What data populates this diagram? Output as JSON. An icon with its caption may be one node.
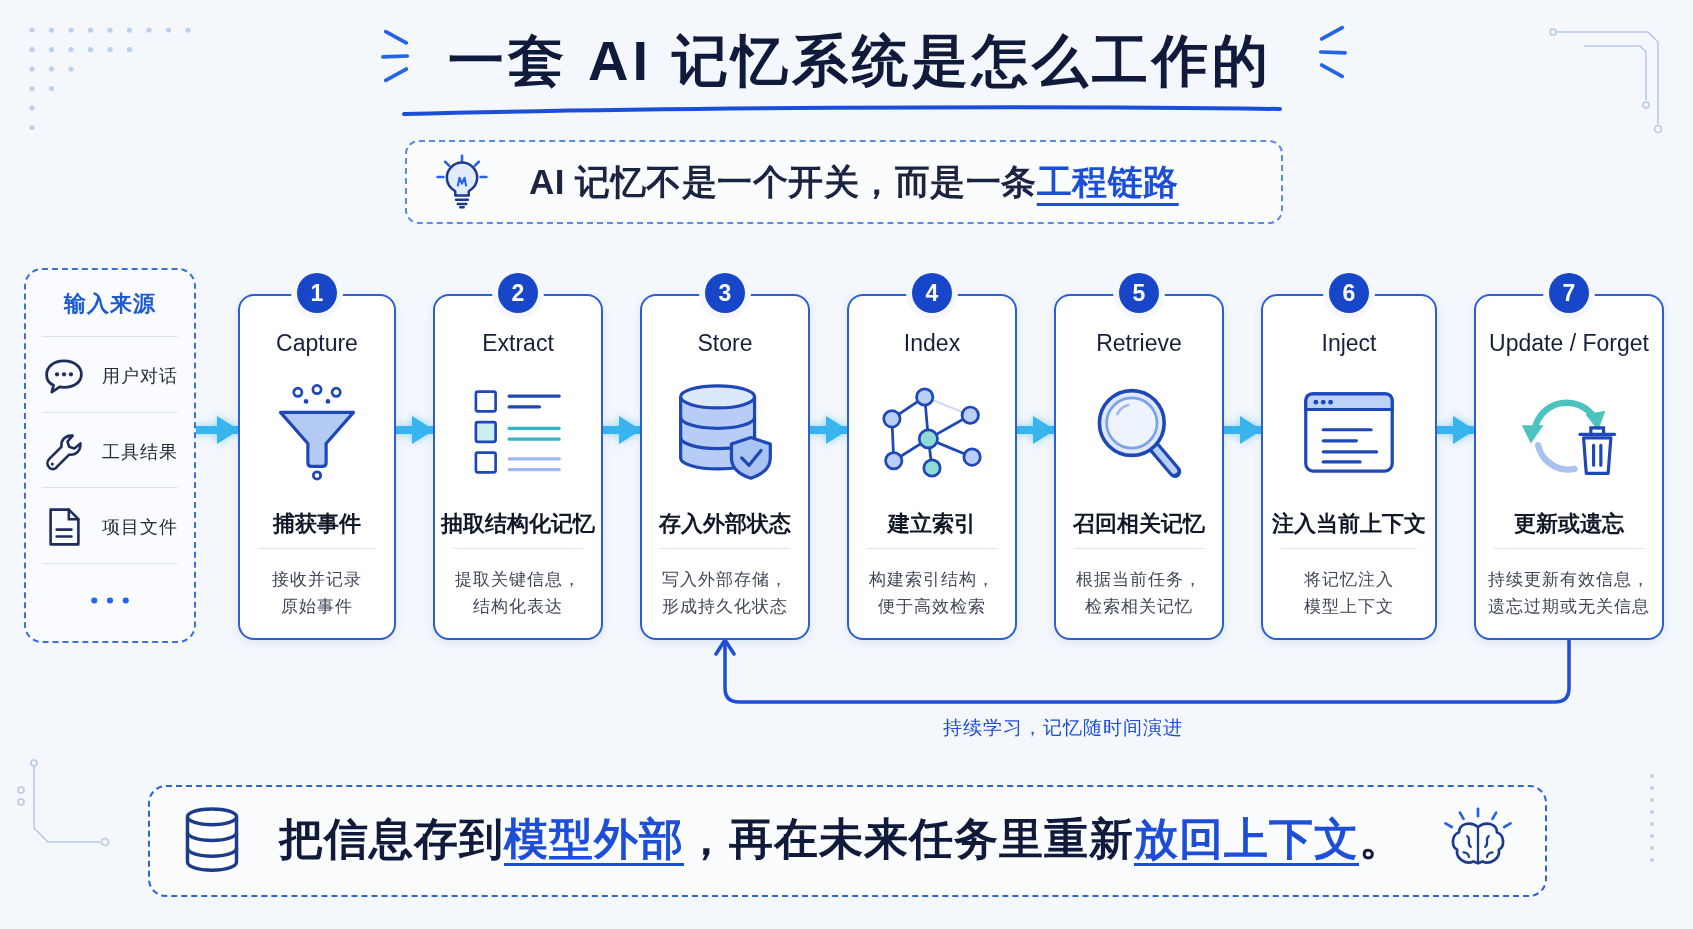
{
  "diagram": {
    "title": "一套 AI 记忆系统是怎么工作的",
    "nodes": [
      {
        "text": [
          "AI 记忆不是一个开关，而是一条**工程链路**"
        ]
      },
      {
        "text": [
          "输入来源",
          "用户对话",
          "工具结果",
          "项目文件"
        ]
      },
      {
        "text": [
          "1",
          "Capture",
          "捕获事件",
          "接收并记录原始事件"
        ]
      },
      {
        "text": [
          "2",
          "Extract",
          "抽取结构化记忆",
          "提取关键信息，结构化表达"
        ]
      },
      {
        "text": [
          "3",
          "Store",
          "存入外部状态",
          "写入外部存储，形成持久化状态"
        ]
      },
      {
        "text": [
          "4",
          "Index",
          "建立索引",
          "构建索引结构，便于高效检索"
        ]
      },
      {
        "text": [
          "5",
          "Retrieve",
          "召回相关记忆",
          "根据当前任务，检索相关记忆"
        ]
      },
      {
        "text": [
          "6",
          "Inject",
          "注入当前上下文",
          "将记忆注入模型上下文"
        ]
      },
      {
        "text": [
          "7",
          "Update / Forget",
          "更新或遗忘",
          "持续更新有效信息，遗忘过期或无关信息"
        ]
      },
      {
        "text": [
          "把信息存到**模型外部**，再在未来任务里重新**放回上下文**。"
        ]
      }
    ],
    "edges": [
      {
        "from": 1,
        "to": 2,
        "arrow": "to"
      },
      {
        "from": 2,
        "to": 3,
        "arrow": "to"
      },
      {
        "from": 3,
        "to": 4,
        "arrow": "to"
      },
      {
        "from": 4,
        "to": 5,
        "arrow": "to"
      },
      {
        "from": 5,
        "to": 6,
        "arrow": "to"
      },
      {
        "from": 6,
        "to": 7,
        "arrow": "to"
      },
      {
        "from": 7,
        "to": 8,
        "arrow": "to"
      },
      {
        "from": 8,
        "to": 4,
        "arrow": "to",
        "label": "持续学习，记忆随时间演进",
        "color": "#1d4ed8"
      }
    ]
  }
}
